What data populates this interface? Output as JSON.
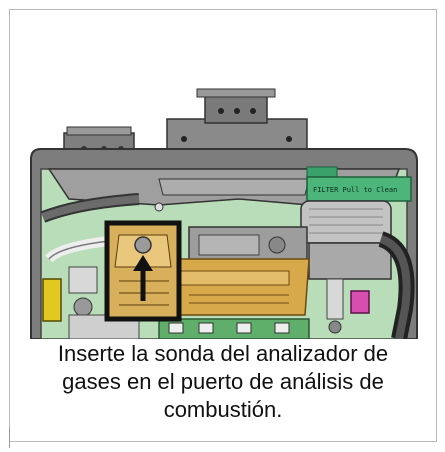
{
  "illustration": {
    "filter_label": "FILTER Pull to Clean",
    "highlight_color": "#111111",
    "panel_color": "#b8ddb8",
    "brass_color": "#d8a94a",
    "arrow_icon": "arrow-up-icon"
  },
  "caption": {
    "line1": "Inserte la sonda del analizador de",
    "line2": "gases en el puerto de análisis de",
    "line3": "combustión."
  }
}
